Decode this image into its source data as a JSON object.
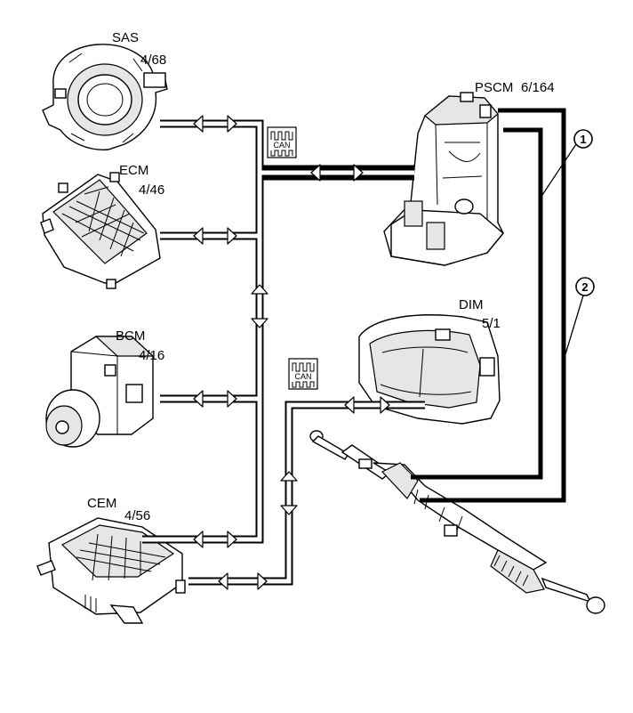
{
  "modules": {
    "sas": {
      "name": "SAS",
      "ref": "4/68"
    },
    "ecm": {
      "name": "ECM",
      "ref": "4/46"
    },
    "bcm": {
      "name": "BCM",
      "ref": "4/16"
    },
    "cem": {
      "name": "CEM",
      "ref": "4/56"
    },
    "pscm": {
      "name": "PSCM",
      "ref": "6/164"
    },
    "dim": {
      "name": "DIM",
      "ref": "5/1"
    }
  },
  "can_badges": [
    {
      "text": "CAN"
    },
    {
      "text": "CAN"
    }
  ],
  "callouts": [
    {
      "number": "1"
    },
    {
      "number": "2"
    }
  ]
}
